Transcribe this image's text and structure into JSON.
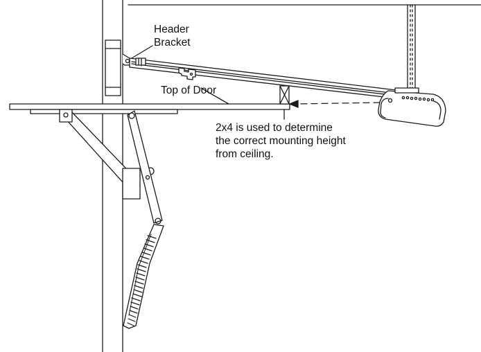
{
  "labels": {
    "header_bracket": [
      "Header",
      "Bracket"
    ],
    "top_of_door": "Top of Door",
    "note": [
      "2x4 is used to determine",
      "the correct mounting height",
      "from ceiling."
    ]
  },
  "colors": {
    "line": "#1a1a1a",
    "background": "#ffffff"
  }
}
